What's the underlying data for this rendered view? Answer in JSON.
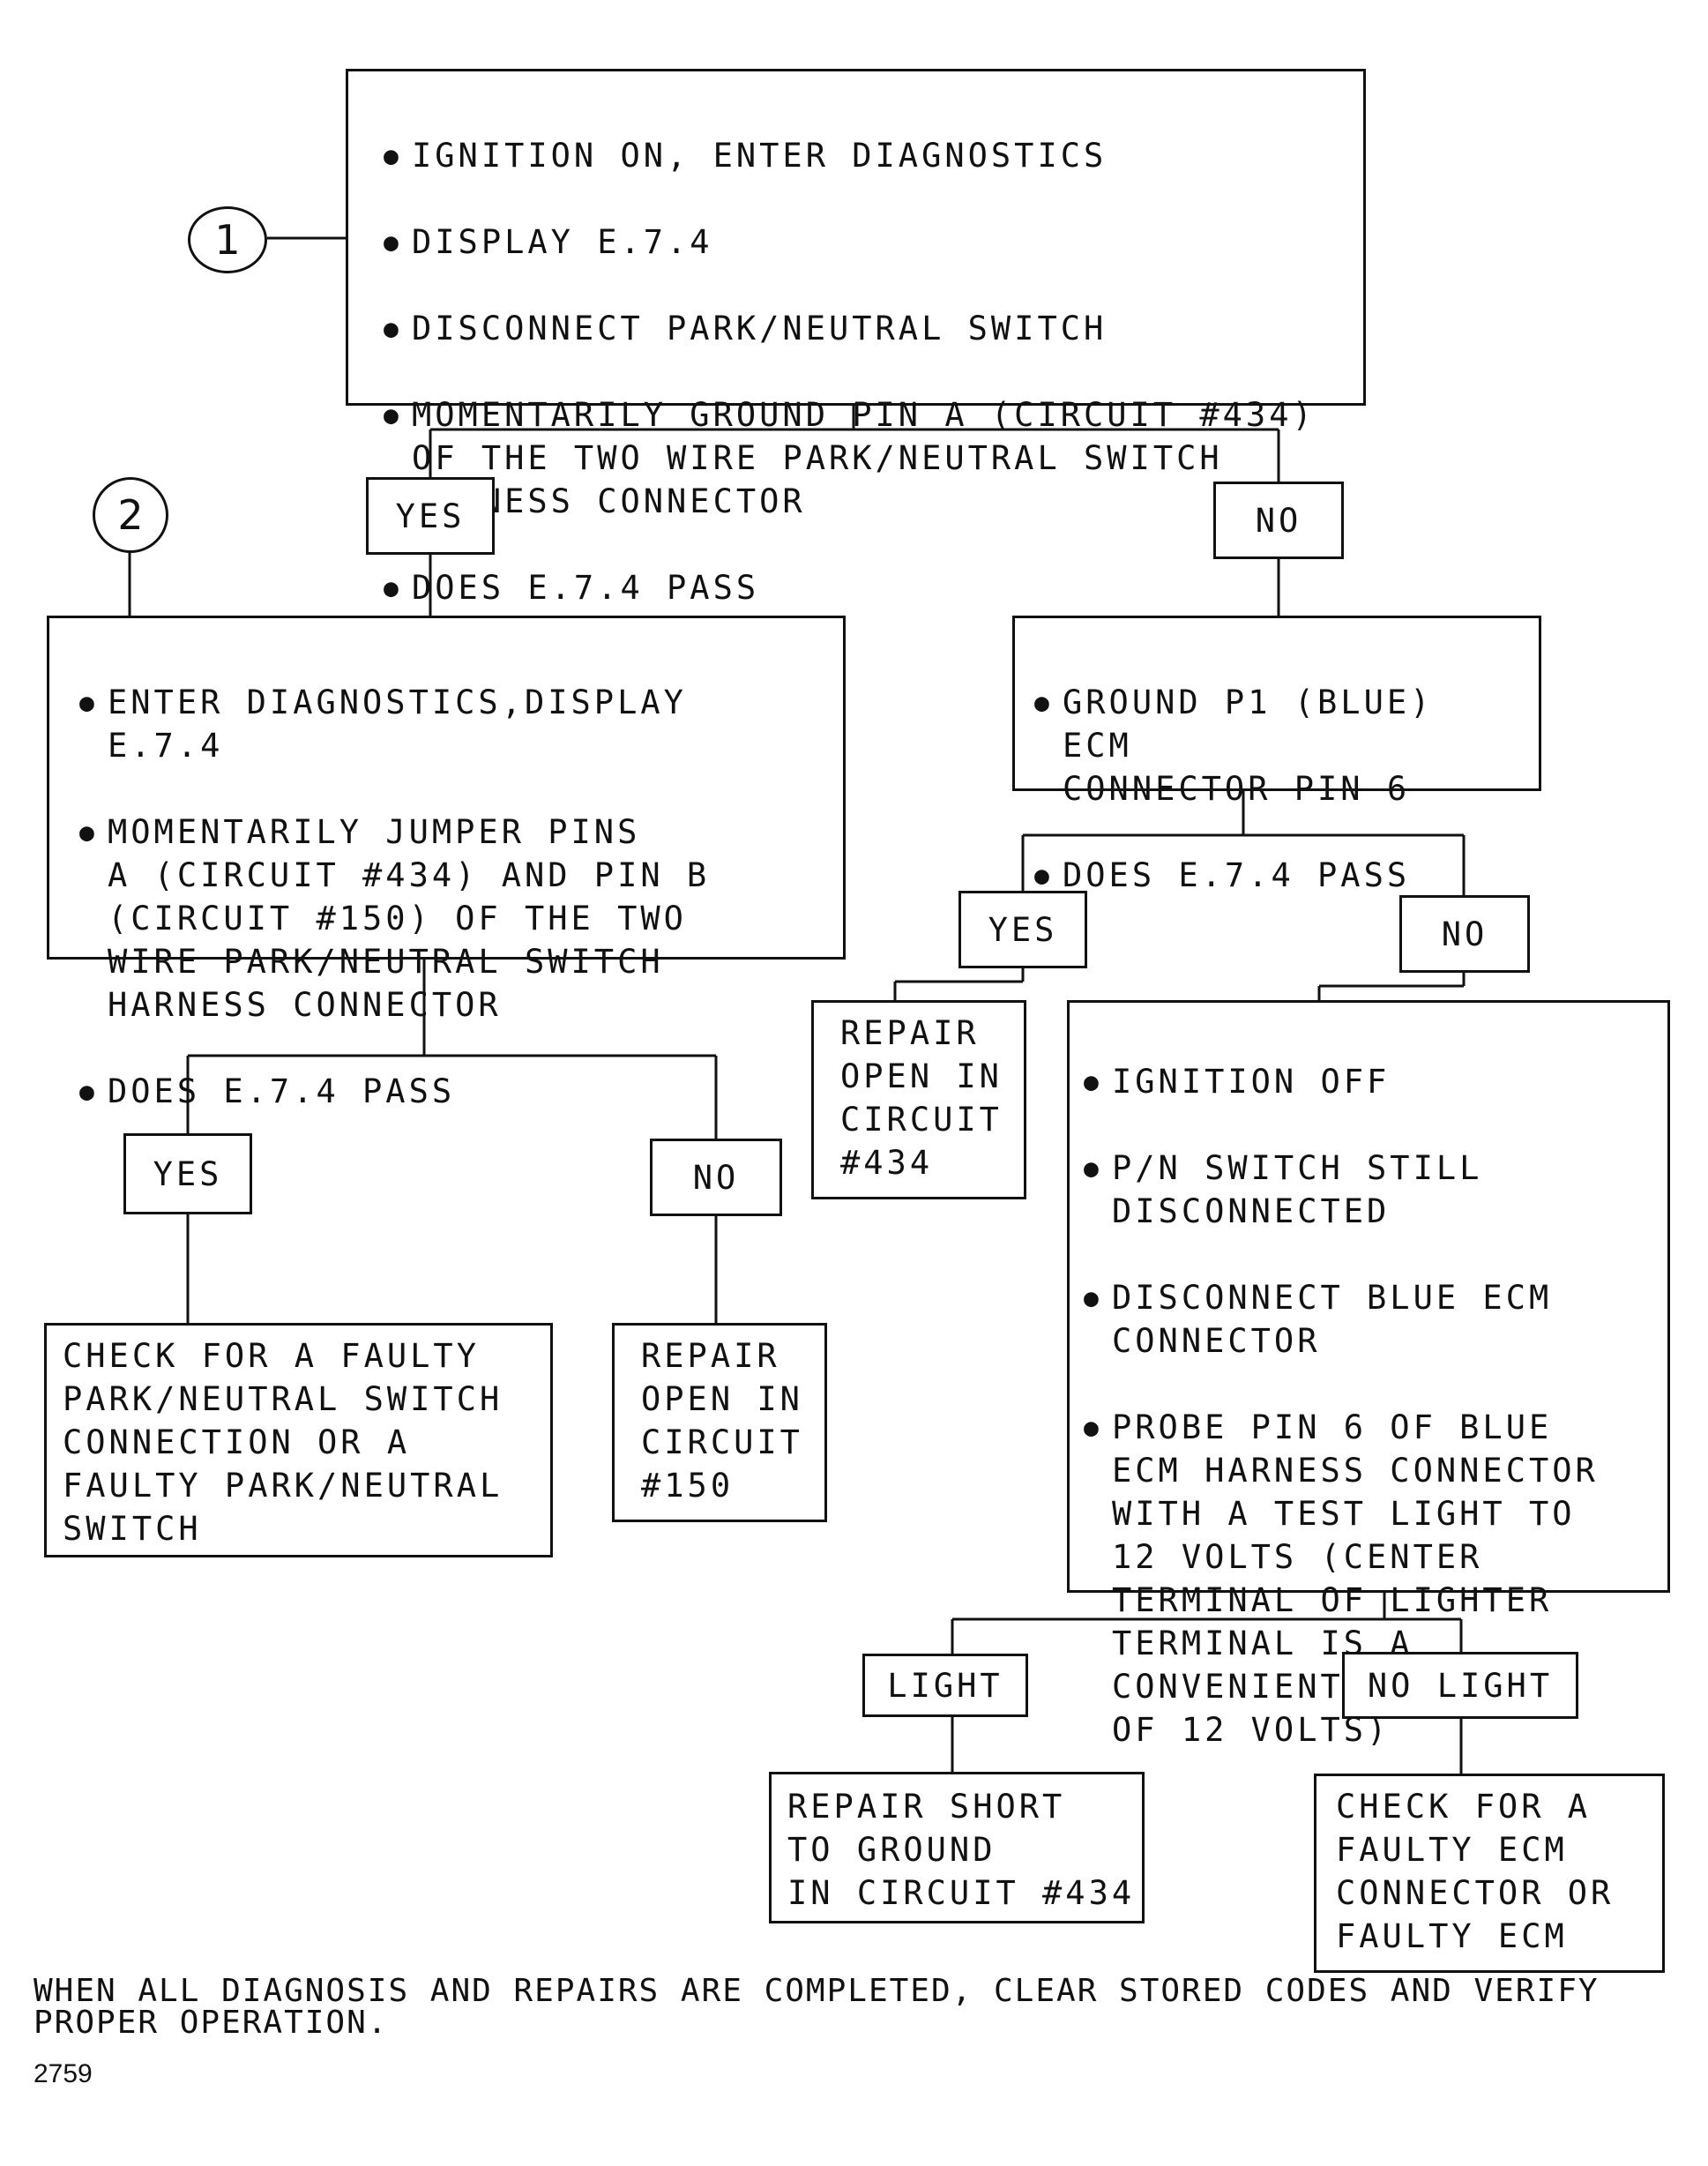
{
  "markers": {
    "step1": "1",
    "step2": "2"
  },
  "step1_box": {
    "items": [
      "IGNITION ON, ENTER DIAGNOSTICS",
      "DISPLAY E.7.4",
      "DISCONNECT PARK/NEUTRAL SWITCH",
      "MOMENTARILY GROUND PIN A (CIRCUIT #434)\nOF THE TWO WIRE PARK/NEUTRAL SWITCH\nHARNESS CONNECTOR",
      "DOES E.7.4 PASS"
    ]
  },
  "step2_box": {
    "items": [
      "ENTER DIAGNOSTICS,DISPLAY E.7.4",
      "MOMENTARILY JUMPER PINS\nA (CIRCUIT #434) AND PIN B\n(CIRCUIT #150) OF THE TWO\nWIRE PARK/NEUTRAL SWITCH\nHARNESS CONNECTOR",
      "DOES E.7.4 PASS"
    ]
  },
  "ground_box": {
    "items": [
      "GROUND P1 (BLUE) ECM\nCONNECTOR PIN 6",
      "DOES E.7.4 PASS"
    ]
  },
  "probe_box": {
    "items": [
      "IGNITION OFF",
      "P/N SWITCH STILL\nDISCONNECTED",
      "DISCONNECT BLUE ECM\nCONNECTOR",
      "PROBE PIN 6 OF BLUE\nECM HARNESS CONNECTOR\nWITH A TEST LIGHT TO\n12 VOLTS (CENTER\nTERMINAL OF LIGHTER\nTERMINAL IS A\nCONVENIENT SOURCE\nOF 12 VOLTS)"
    ]
  },
  "labels": {
    "yes": "YES",
    "no": "NO",
    "light": "LIGHT",
    "no_light": "NO LIGHT"
  },
  "results": {
    "repair_434": "REPAIR\nOPEN IN\nCIRCUIT\n#434",
    "check_switch": "CHECK FOR A FAULTY\nPARK/NEUTRAL SWITCH\nCONNECTION OR A\nFAULTY PARK/NEUTRAL\nSWITCH",
    "repair_150": "REPAIR\nOPEN IN\nCIRCUIT\n#150",
    "repair_short": "REPAIR SHORT\nTO GROUND\nIN CIRCUIT #434",
    "check_ecm": "CHECK FOR A\nFAULTY ECM\nCONNECTOR OR\nFAULTY ECM"
  },
  "footer": "WHEN ALL DIAGNOSIS AND REPAIRS ARE COMPLETED, CLEAR STORED CODES AND VERIFY\nPROPER OPERATION.",
  "figure_number": "2759"
}
